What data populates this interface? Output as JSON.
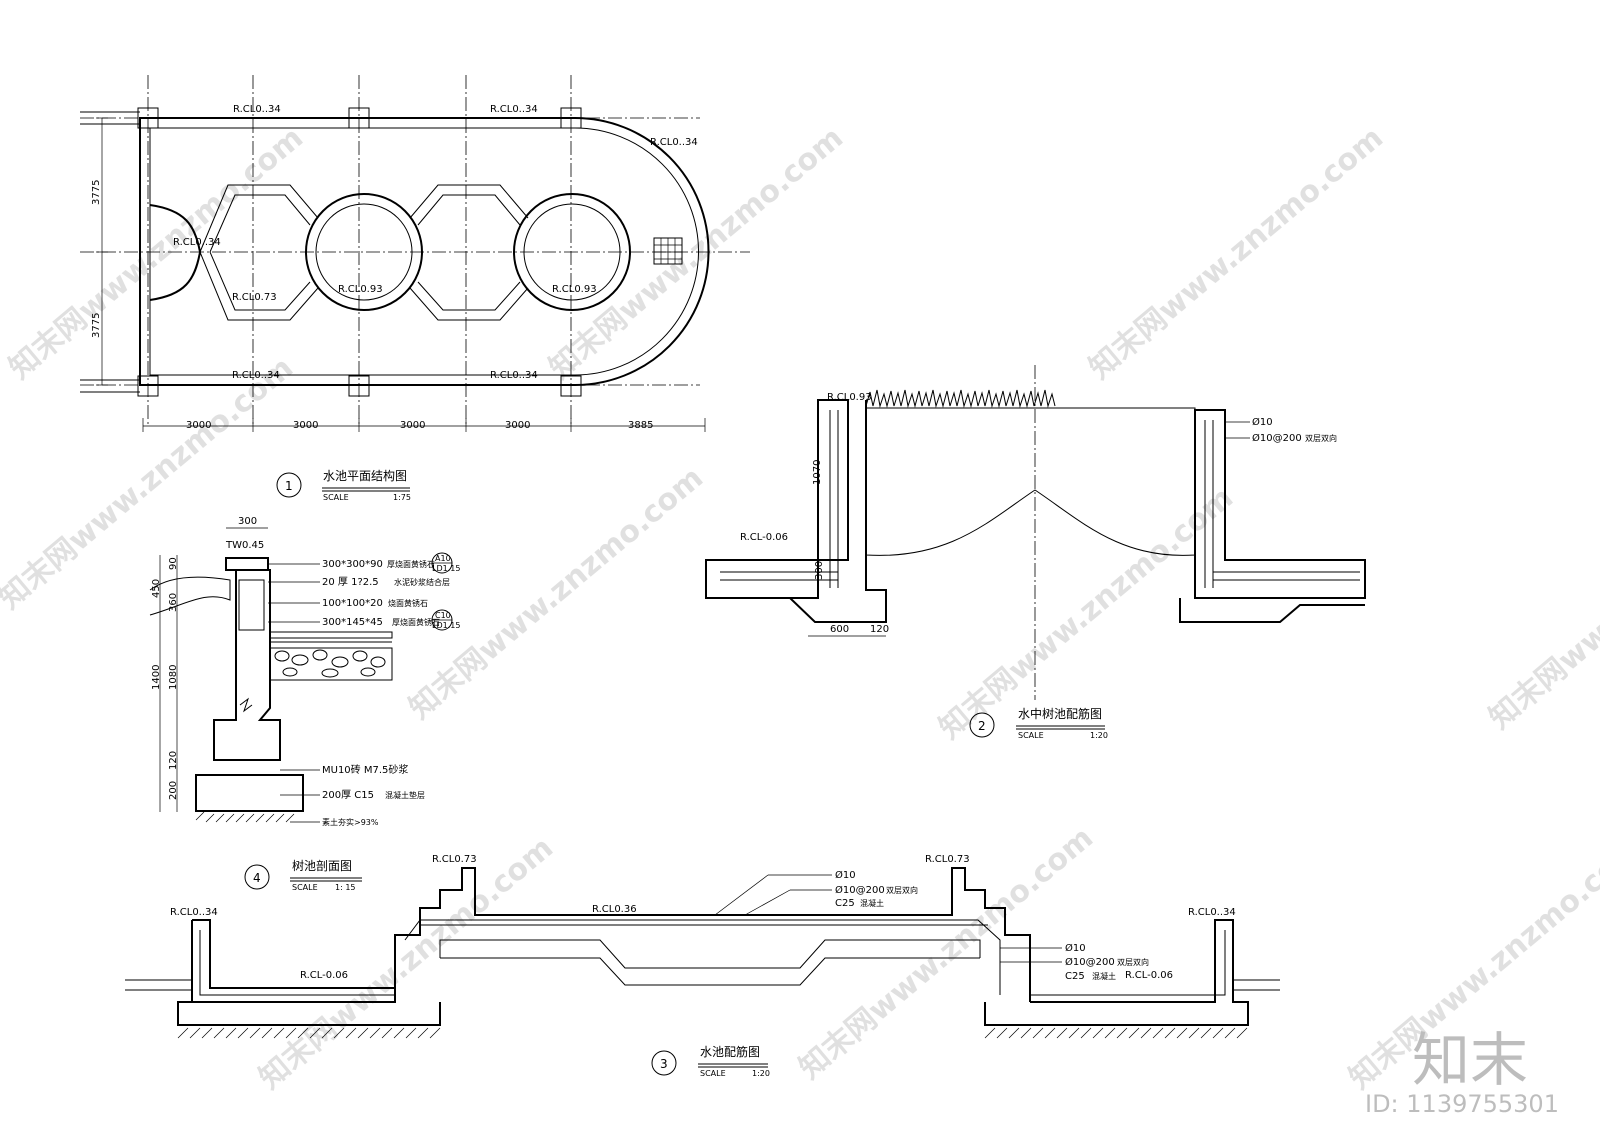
{
  "plan": {
    "title": "水池平面结构图",
    "num": "1",
    "scale_label": "SCALE",
    "scale": "1:75",
    "elev_labels": [
      "R.CL0..34",
      "R.CL0..34",
      "R.CL0..34",
      "R.CL0..34",
      "R.CL0..34",
      "R.CL0..34",
      "R.CL0.73",
      "R.CL0.93",
      "R.CL0.93"
    ],
    "dims_h": [
      "3000",
      "3000",
      "3000",
      "3000",
      "3885"
    ],
    "dims_v": [
      "3775",
      "3775"
    ]
  },
  "detail2": {
    "title": "水中树池配筋图",
    "num": "2",
    "scale_label": "SCALE",
    "scale": "1:20",
    "elev_top": "R.CL0.93",
    "elev_low": "R.CL-0.06",
    "dims": [
      "1070",
      "300",
      "600",
      "120"
    ],
    "rebar": [
      "Ø10",
      "Ø10@200"
    ],
    "rebar_note": "双层双向"
  },
  "detail3": {
    "title": "水池配筋图",
    "num": "3",
    "scale_label": "SCALE",
    "scale": "1:20",
    "elevs": [
      "R.CL0..34",
      "R.CL-0.06",
      "R.CL0.73",
      "R.CL0.36",
      "R.CL0.73",
      "R.CL0..34",
      "R.CL-0.06"
    ],
    "rebar_top": [
      "Ø10",
      "Ø10@200",
      "C25"
    ],
    "rebar_top_notes": [
      "双层双向",
      "混凝土"
    ],
    "rebar_right": [
      "Ø10",
      "Ø10@200",
      "C25"
    ],
    "rebar_right_notes": [
      "双层双向",
      "混凝土"
    ]
  },
  "detail4": {
    "title": "树池剖面图",
    "num": "4",
    "scale_label": "SCALE",
    "scale": "1: 15",
    "top_dim": "300",
    "top_elev": "TW0.45",
    "dims_v": [
      "90",
      "360",
      "450",
      "1080",
      "1400",
      "120",
      "200"
    ],
    "notes": [
      "300*300*90",
      "20 厚 1?2.5",
      "100*100*20",
      "300*145*45",
      "MU10砖 M7.5砂浆",
      "200厚 C15",
      "素土夯实>93%"
    ],
    "note_subs": [
      "厚烧面黄锈石",
      "水泥砂浆结合层",
      "烧面黄锈石",
      "厚烧面黄锈石",
      "",
      "混凝土垫层",
      ""
    ],
    "callouts": [
      "A10",
      "LD1.15",
      "C10",
      "LD1.15"
    ]
  },
  "branding": {
    "logo": "知末",
    "id_text": "ID: 1139755301",
    "watermark": "知末网www.znzmo.com"
  }
}
